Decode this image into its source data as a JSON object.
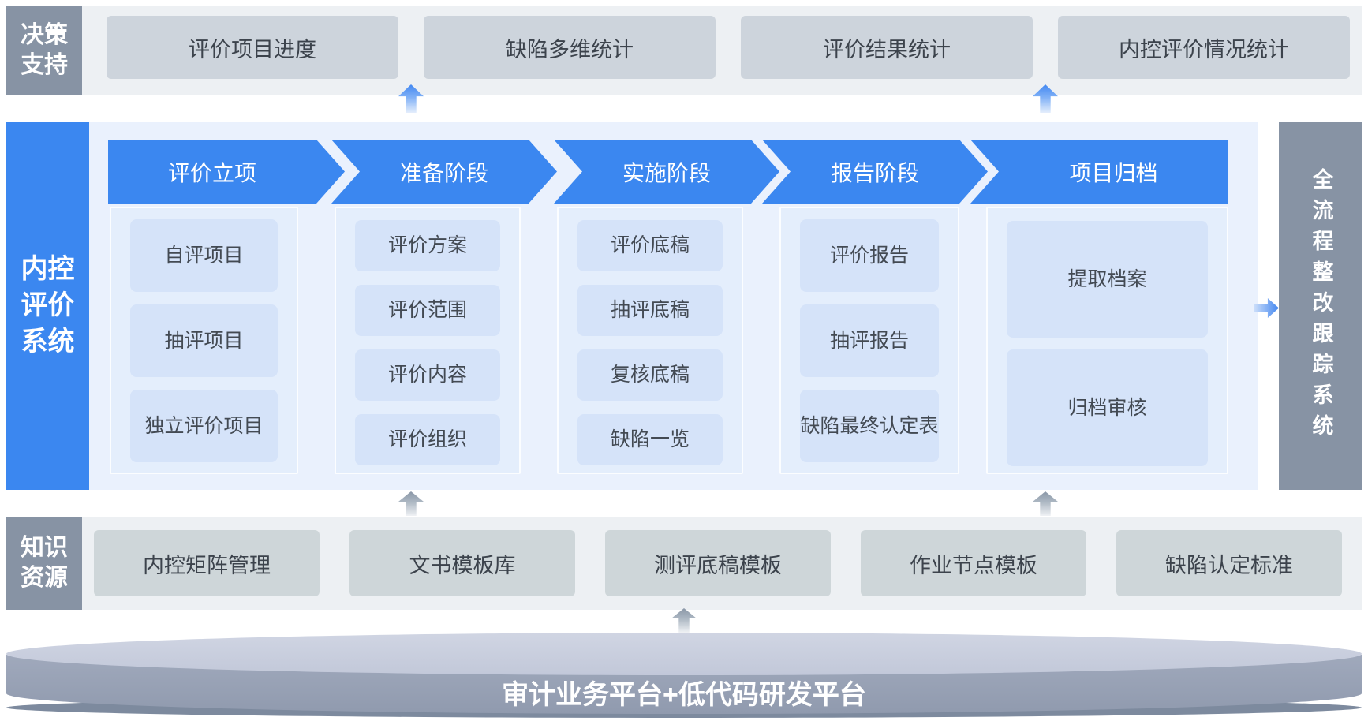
{
  "decision_band": {
    "label": "决策支持",
    "items": [
      "评价项目进度",
      "缺陷多维统计",
      "评价结果统计",
      "内控评价情况统计"
    ]
  },
  "main_system": {
    "label": "内控评价系统",
    "stages": [
      {
        "title": "评价立项",
        "items": [
          "自评项目",
          "抽评项目",
          "独立评价项目"
        ]
      },
      {
        "title": "准备阶段",
        "items": [
          "评价方案",
          "评价范围",
          "评价内容",
          "评价组织"
        ]
      },
      {
        "title": "实施阶段",
        "items": [
          "评价底稿",
          "抽评底稿",
          "复核底稿",
          "缺陷一览"
        ]
      },
      {
        "title": "报告阶段",
        "items": [
          "评价报告",
          "抽评报告",
          "缺陷最终认定表"
        ]
      },
      {
        "title": "项目归档",
        "items": [
          "提取档案",
          "归档审核"
        ]
      }
    ]
  },
  "tracking_bar": {
    "label": "全流程整改跟踪系统"
  },
  "knowledge_band": {
    "label": "知识资源",
    "items": [
      "内控矩阵管理",
      "文书模板库",
      "测评底稿模板",
      "作业节点模板",
      "缺陷认定标准"
    ]
  },
  "platform": {
    "label": "审计业务平台+低代码研发平台"
  },
  "icons": {
    "flow_up_blue": "up-arrow-icon",
    "flow_up_gray": "up-arrow-icon",
    "flow_right_blue": "right-arrow-icon"
  },
  "colors": {
    "banner_blue": "#3b87f0",
    "panel_bg": "#eaf1fd",
    "column_bg": "#e4eefc",
    "item_bg": "#d5e3f9",
    "steel_gray": "#8793a4",
    "strip_bg": "#edf0f3",
    "decision_box_bg": "#cdd4dc",
    "knowledge_box_bg": "#ced6d9",
    "platform_top": "#c9cedd",
    "platform_side": "#97a1b4",
    "platform_rim": "#7d8a9e",
    "text_dark": "#3c434c"
  }
}
